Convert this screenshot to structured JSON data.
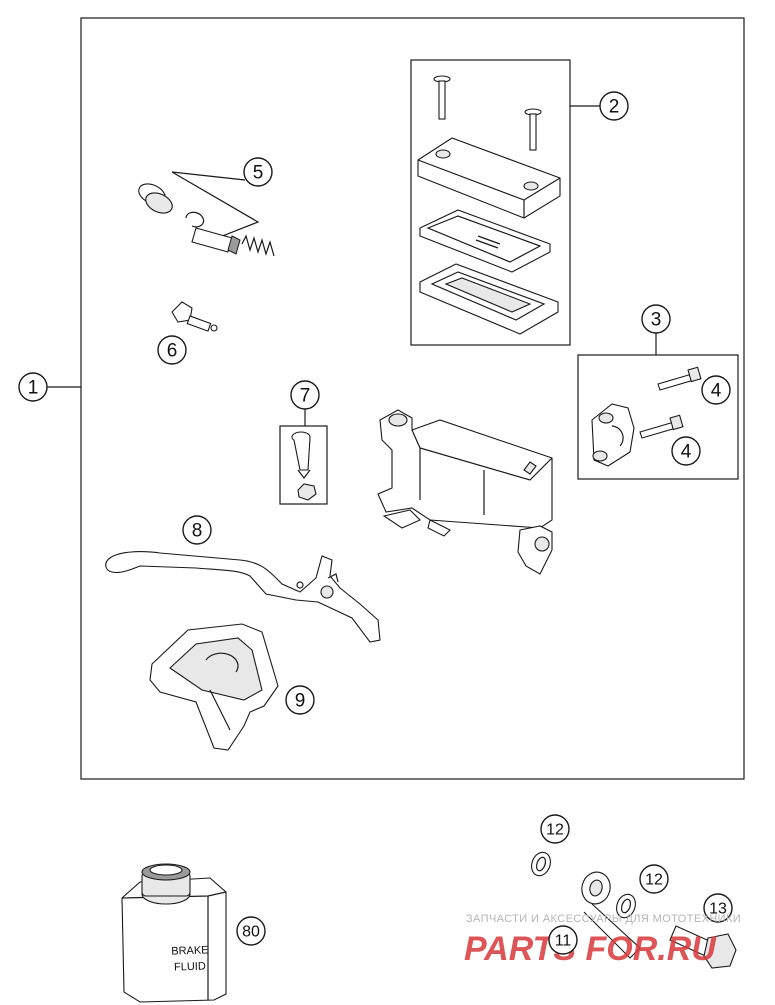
{
  "callouts": {
    "c1": "1",
    "c2": "2",
    "c3": "3",
    "c4a": "4",
    "c4b": "4",
    "c5": "5",
    "c6": "6",
    "c7": "7",
    "c8": "8",
    "c9": "9",
    "c11": "11",
    "c12a": "12",
    "c12b": "12",
    "c13": "13",
    "c80": "80"
  },
  "bottle": {
    "line1": "BRAKE",
    "line2": "FLUID"
  },
  "watermark": {
    "tagline": "ЗАПЧАСТИ И АКСЕССУАРЫ ДЛЯ МОТОТЕХНИКИ",
    "brand": "PARTS FOR.RU"
  },
  "colors": {
    "line": "#1a1a1a",
    "watermark_red": "#d8383a",
    "watermark_grey": "#b5b5b5"
  }
}
